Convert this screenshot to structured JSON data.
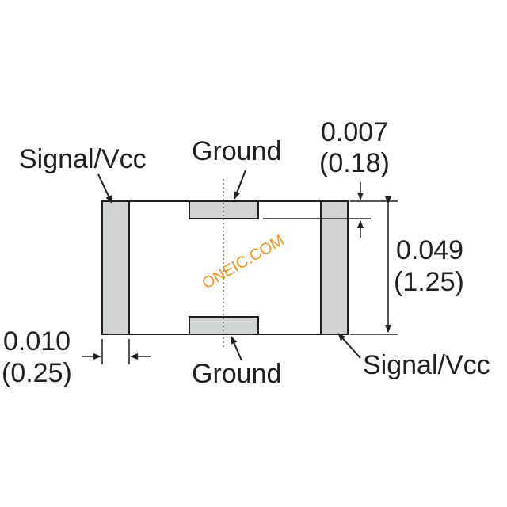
{
  "labels": {
    "signal_vcc_left": "Signal/Vcc",
    "signal_vcc_right": "Signal/Vcc",
    "ground_top": "Ground",
    "ground_bottom": "Ground"
  },
  "dimensions": {
    "pad_gap_in": "0.007",
    "pad_gap_mm": "(0.18)",
    "height_in": "0.049",
    "height_mm": "(1.25)",
    "terminal_width_in": "0.010",
    "terminal_width_mm": "(0.25)"
  },
  "watermark": "ONEIC.COM",
  "colors": {
    "outline": "#231f20",
    "pad_fill": "#d1d3d4",
    "watermark": "#f7941d"
  }
}
